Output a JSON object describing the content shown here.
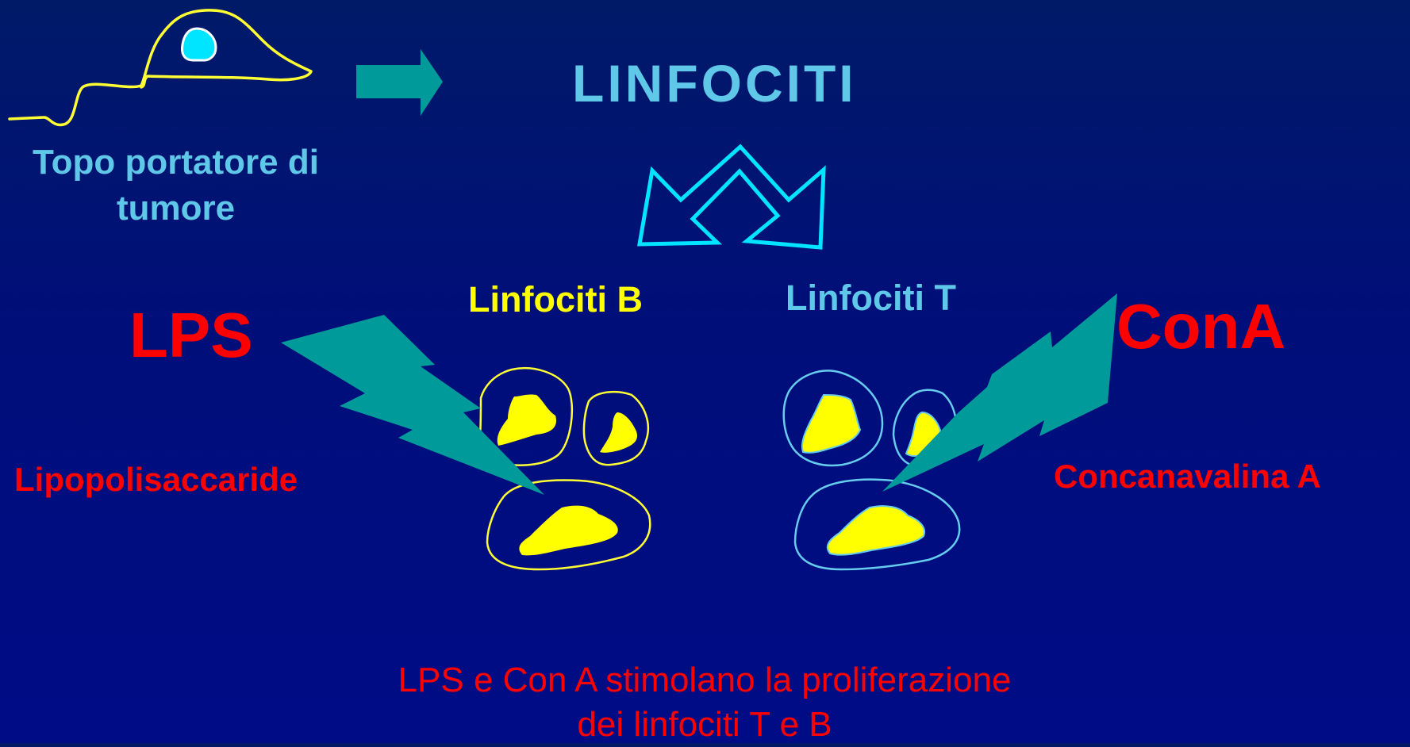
{
  "slide": {
    "title": "LINFOCITI",
    "mouse_caption": "Topo portatore di tumore",
    "b_cells_label": "Linfociti B",
    "t_cells_label": "Linfociti T",
    "lps_label": "LPS",
    "lps_full_name": "Lipopolisaccaride",
    "cona_label": "ConA",
    "cona_full_name": "Concanavalina A",
    "bottom_caption": "LPS e Con A stimolano la proliferazione dei linfociti T e B"
  },
  "colors": {
    "background": "#000e7a",
    "heading_cyan": "#5fc7e8",
    "label_yellow": "#ffff00",
    "label_red": "#ff0000",
    "teal_shapes": "#009a9a",
    "split_arrow_outline": "#00e5ff",
    "cell_nucleus": "#ffff00",
    "mouse_eye": "#00e5ff"
  },
  "icons": {
    "mouse": "mouse-outline-icon",
    "arrow": "right-arrow-icon",
    "split_arrow": "split-arrow-icon",
    "lightning": "lightning-bolt-icon",
    "cell": "lymphocyte-cell-icon"
  }
}
